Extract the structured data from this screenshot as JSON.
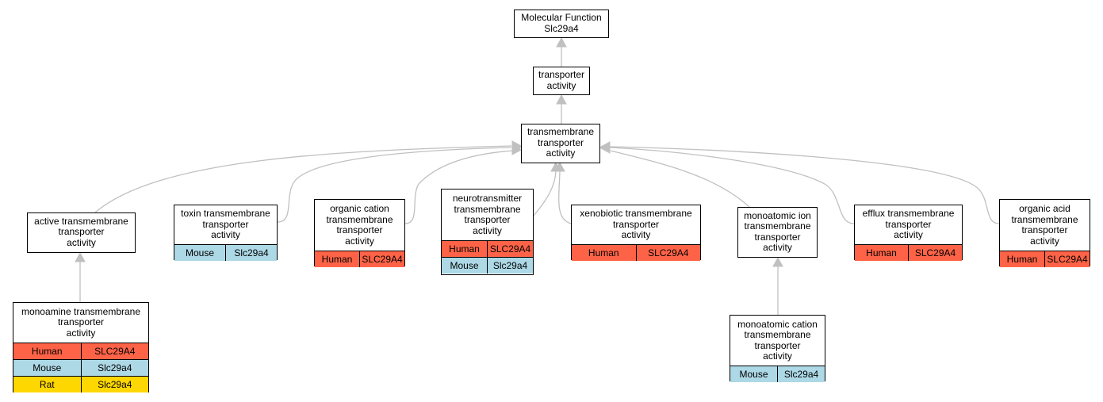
{
  "diagram": {
    "edge_color": "#c0c0c0",
    "species_colors": {
      "Human": "#ff6347",
      "Mouse": "#add8e6",
      "Rat": "#ffd700"
    },
    "nodes": {
      "root": {
        "label": "Molecular Function\nSlc29a4",
        "rows": []
      },
      "transporter": {
        "label": "transporter\nactivity",
        "rows": []
      },
      "transmembrane": {
        "label": "transmembrane\ntransporter\nactivity",
        "rows": []
      },
      "active": {
        "label": "active transmembrane\ntransporter\nactivity",
        "rows": []
      },
      "toxin": {
        "label": "toxin transmembrane\ntransporter\nactivity",
        "rows": [
          {
            "species": "Mouse",
            "gene": "Slc29a4"
          }
        ]
      },
      "organic_cation": {
        "label": "organic cation\ntransmembrane\ntransporter\nactivity",
        "rows": [
          {
            "species": "Human",
            "gene": "SLC29A4"
          }
        ]
      },
      "neurotransmitter": {
        "label": "neurotransmitter\ntransmembrane\ntransporter\nactivity",
        "rows": [
          {
            "species": "Human",
            "gene": "SLC29A4"
          },
          {
            "species": "Mouse",
            "gene": "Slc29a4"
          }
        ]
      },
      "xenobiotic": {
        "label": "xenobiotic transmembrane\ntransporter\nactivity",
        "rows": [
          {
            "species": "Human",
            "gene": "SLC29A4"
          }
        ]
      },
      "monoatomic_ion": {
        "label": "monoatomic ion\ntransmembrane\ntransporter\nactivity",
        "rows": []
      },
      "efflux": {
        "label": "efflux transmembrane\ntransporter\nactivity",
        "rows": [
          {
            "species": "Human",
            "gene": "SLC29A4"
          }
        ]
      },
      "organic_acid": {
        "label": "organic acid\ntransmembrane\ntransporter\nactivity",
        "rows": [
          {
            "species": "Human",
            "gene": "SLC29A4"
          }
        ]
      },
      "monoamine": {
        "label": "monoamine transmembrane\ntransporter\nactivity",
        "rows": [
          {
            "species": "Human",
            "gene": "SLC29A4"
          },
          {
            "species": "Mouse",
            "gene": "Slc29a4"
          },
          {
            "species": "Rat",
            "gene": "Slc29a4"
          }
        ]
      },
      "monoatomic_cation": {
        "label": "monoatomic cation\ntransmembrane\ntransporter\nactivity",
        "rows": [
          {
            "species": "Mouse",
            "gene": "Slc29a4"
          }
        ]
      }
    },
    "edges": [
      [
        "transporter",
        "root"
      ],
      [
        "transmembrane",
        "transporter"
      ],
      [
        "active",
        "transmembrane"
      ],
      [
        "toxin",
        "transmembrane"
      ],
      [
        "organic_cation",
        "transmembrane"
      ],
      [
        "neurotransmitter",
        "transmembrane"
      ],
      [
        "xenobiotic",
        "transmembrane"
      ],
      [
        "monoatomic_ion",
        "transmembrane"
      ],
      [
        "efflux",
        "transmembrane"
      ],
      [
        "organic_acid",
        "transmembrane"
      ],
      [
        "monoamine",
        "active"
      ],
      [
        "monoatomic_cation",
        "monoatomic_ion"
      ]
    ]
  }
}
